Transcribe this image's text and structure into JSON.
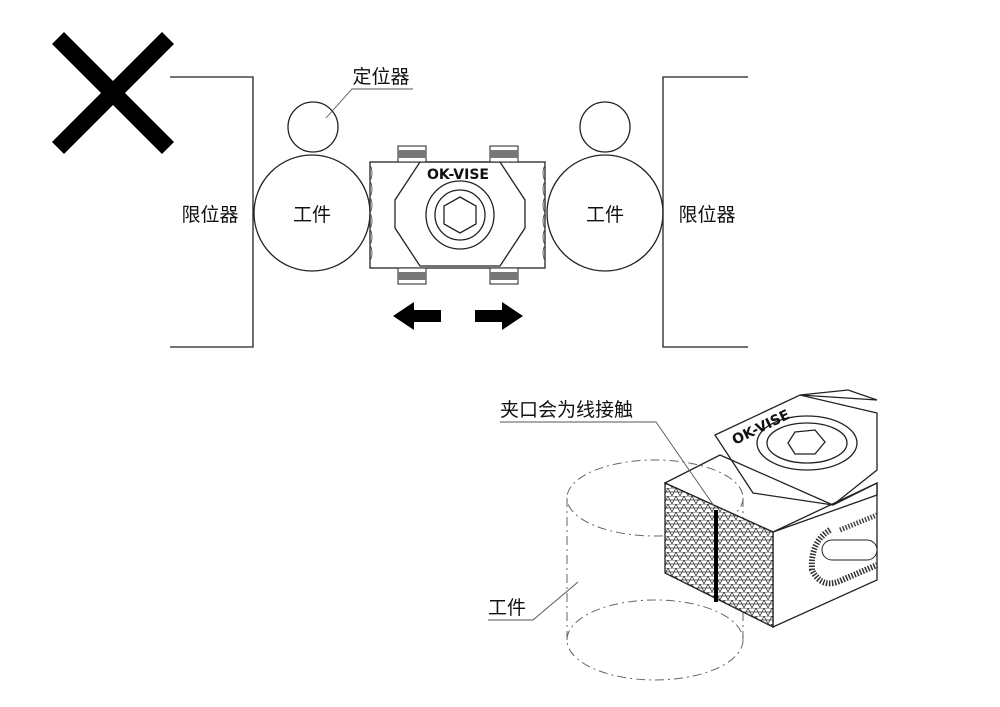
{
  "top_view": {
    "status_icon": "wrong-x-icon",
    "locator_label": "定位器",
    "left_limiter_label": "限位器",
    "right_limiter_label": "限位器",
    "left_workpiece_label": "工件",
    "right_workpiece_label": "工件",
    "vise_brand": "OK-VISE",
    "arrows": [
      "arrow-left-icon",
      "arrow-right-icon"
    ]
  },
  "iso_view": {
    "line_contact_label": "夹口会为线接触",
    "workpiece_label": "工件",
    "vise_brand": "OK-VISE"
  }
}
